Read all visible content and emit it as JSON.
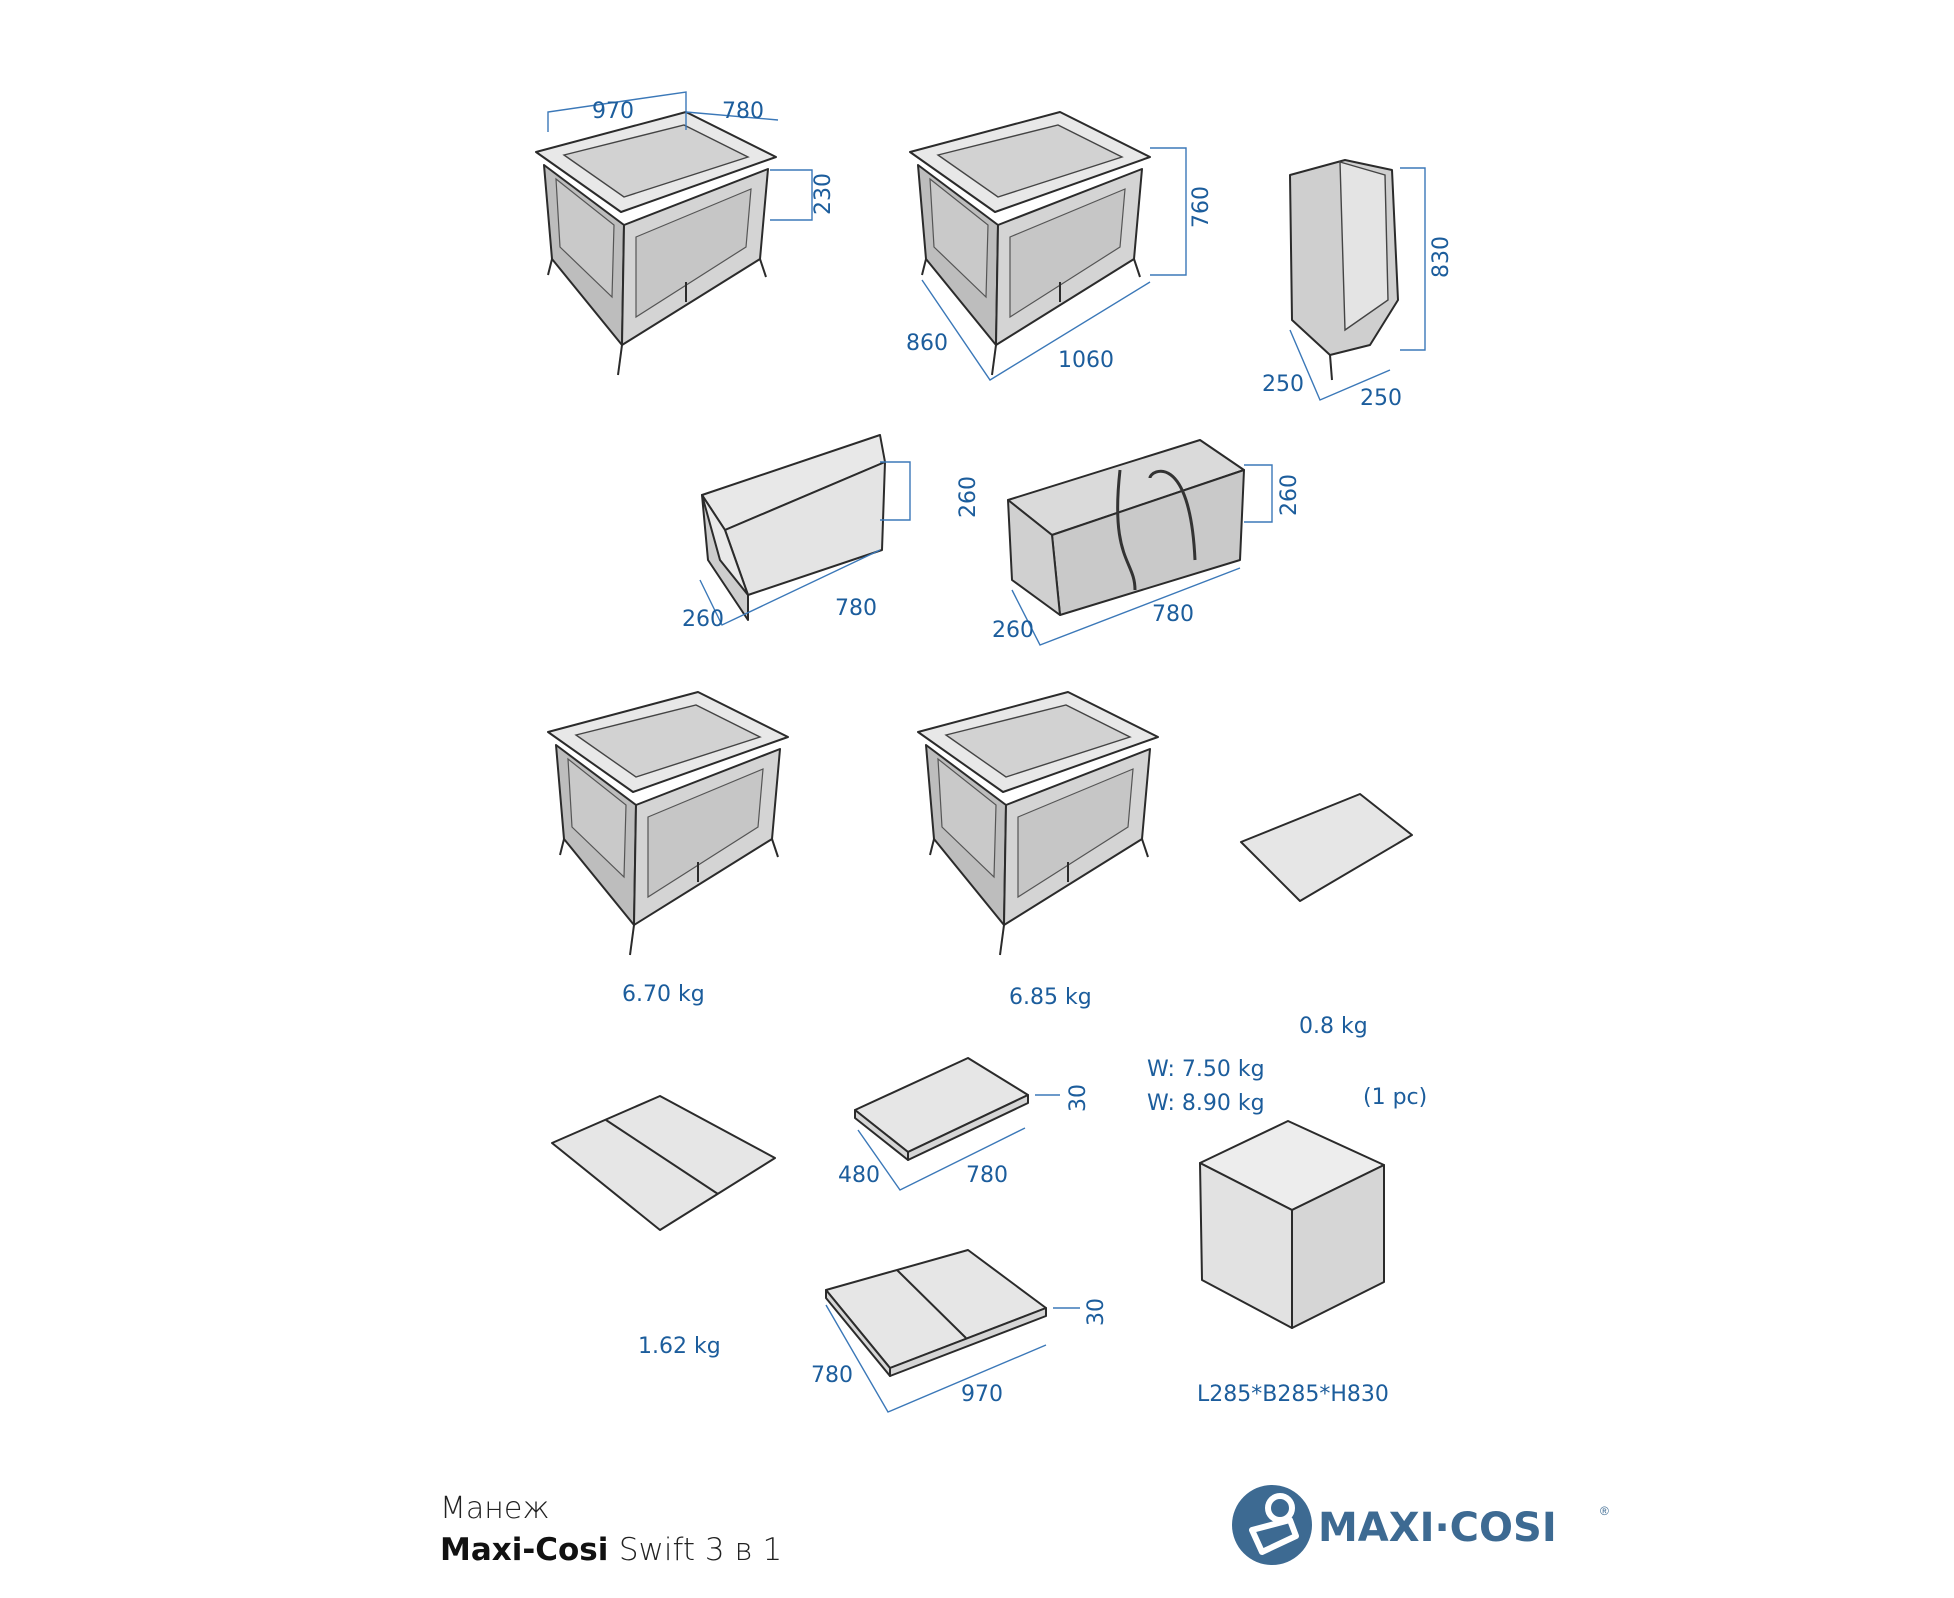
{
  "colors": {
    "dimension": "#1c5d9c",
    "logo": "#3d6a92",
    "fill": "#e2e2e2"
  },
  "views": {
    "playpen_full": {
      "width": "970",
      "depth": "780",
      "height": "230"
    },
    "playpen_bassinet": {
      "height": "760",
      "depth": "860",
      "width": "1060"
    },
    "folded": {
      "height": "830",
      "depth": "250",
      "width": "250"
    },
    "bag_closed": {
      "height": "260",
      "depth": "260",
      "width": "780"
    },
    "bag_carry": {
      "height": "260",
      "depth": "260",
      "width": "780"
    }
  },
  "weights": {
    "playpen_a": "6.70 kg",
    "playpen_b": "6.85 kg",
    "mat_small": "0.8 kg",
    "mat_folded": "1.62 kg"
  },
  "mattress_a": {
    "thickness": "30",
    "depth": "480",
    "width": "780"
  },
  "mattress_b": {
    "thickness": "30",
    "depth": "780",
    "width": "970"
  },
  "package": {
    "weight_net": "W: 7.50 kg",
    "weight_gross": "W: 8.90 kg",
    "qty": "(1 pc)",
    "dimensions": "L285*B285*H830"
  },
  "caption": {
    "line1": "Манеж",
    "brand": "Maxi-Cosi",
    "model": "Swift 3 в 1"
  },
  "logo": {
    "text": "MAXI·COSI",
    "reg": "®"
  }
}
